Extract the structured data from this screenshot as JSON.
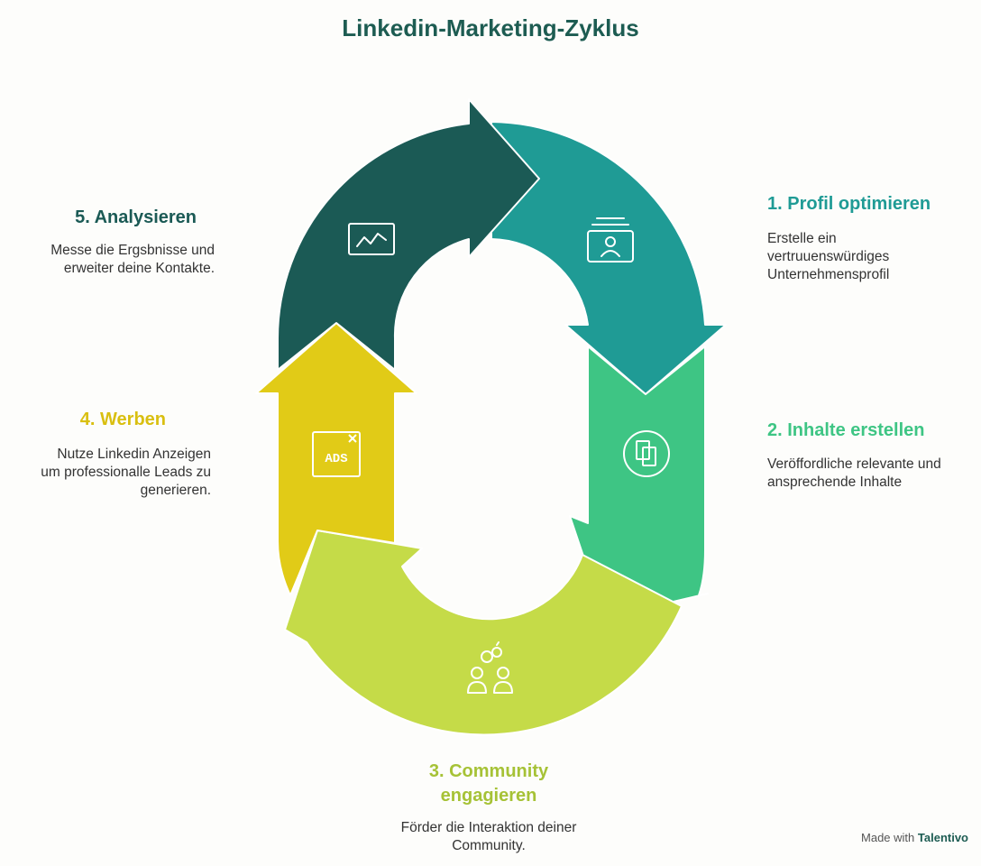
{
  "title": "Linkedin-Marketing-Zyklus",
  "colors": {
    "title": "#1d5c52",
    "step1": "#1f9b95",
    "step2": "#3ec584",
    "step3": "#c5db48",
    "step4": "#e1cb17",
    "step5": "#1b5a55"
  },
  "steps": [
    {
      "title": "1. Profil optimieren",
      "desc": [
        "Erstelle ein",
        "vertruuenswürdiges",
        "Unternehmensprofil"
      ],
      "icon": "profile-card-icon"
    },
    {
      "title": "2. Inhalte erstellen",
      "desc": [
        "Veröffordliche relevante und",
        "ansprechende Inhalte"
      ],
      "icon": "copy-content-icon"
    },
    {
      "title": "3. Community",
      "title2": "engagieren",
      "desc": [
        "Förder die Interaktion deiner",
        "Community."
      ],
      "icon": "community-icon"
    },
    {
      "title": "4. Werben",
      "desc": [
        "Nutze Linkedin Anzeigen",
        "um professionalle Leads zu",
        "generieren."
      ],
      "icon": "ads-icon",
      "icon_text": "ADS"
    },
    {
      "title": "5. Analysieren",
      "desc": [
        "Messe die Ergsbnisse und",
        "erweiter deine Kontakte."
      ],
      "icon": "analytics-chart-icon"
    }
  ],
  "footer": {
    "prefix": "Made with",
    "brand": "Talentivo"
  }
}
